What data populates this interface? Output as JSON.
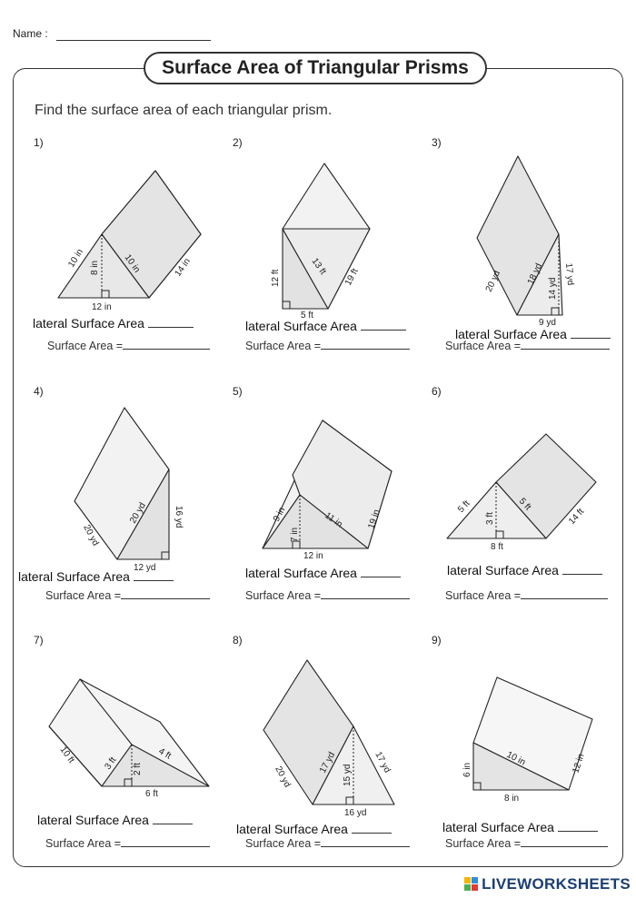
{
  "header": {
    "name_label": "Name :"
  },
  "title": "Surface Area of Triangular Prisms",
  "instructions": "Find the surface area of each triangular prism.",
  "lateral_label": "lateral Surface Area",
  "surface_label": "Surface Area =",
  "problems": [
    {
      "number": "1)",
      "labels": [
        "10 in",
        "8 in",
        "10 in",
        "14 in",
        "12 in"
      ]
    },
    {
      "number": "2)",
      "labels": [
        "12 ft",
        "13 ft",
        "19 ft",
        "5 ft"
      ]
    },
    {
      "number": "3)",
      "labels": [
        "20 yd",
        "18 yd",
        "14 yd",
        "17 yd",
        "9 yd"
      ]
    },
    {
      "number": "4)",
      "labels": [
        "20 yd",
        "20 yd",
        "16 yd",
        "12 yd"
      ]
    },
    {
      "number": "5)",
      "labels": [
        "9 in",
        "7 in",
        "11 in",
        "19 in",
        "12 in"
      ]
    },
    {
      "number": "6)",
      "labels": [
        "5 ft",
        "3 ft",
        "5 ft",
        "14 ft",
        "8 ft"
      ]
    },
    {
      "number": "7)",
      "labels": [
        "10 ft",
        "3 ft",
        "2 ft",
        "4 ft",
        "6 ft"
      ]
    },
    {
      "number": "8)",
      "labels": [
        "20 yd",
        "17 yd",
        "15 yd",
        "17 yd",
        "16 yd"
      ]
    },
    {
      "number": "9)",
      "labels": [
        "6 in",
        "10 in",
        "12 in",
        "8 in"
      ]
    }
  ],
  "branding": {
    "logo_text": "LIVEWORKSHEETS",
    "logo_color": "#1c3f73"
  },
  "colors": {
    "face_shaded": "#e4e4e4",
    "face_light": "#f2f2f2",
    "stroke": "#222222"
  }
}
